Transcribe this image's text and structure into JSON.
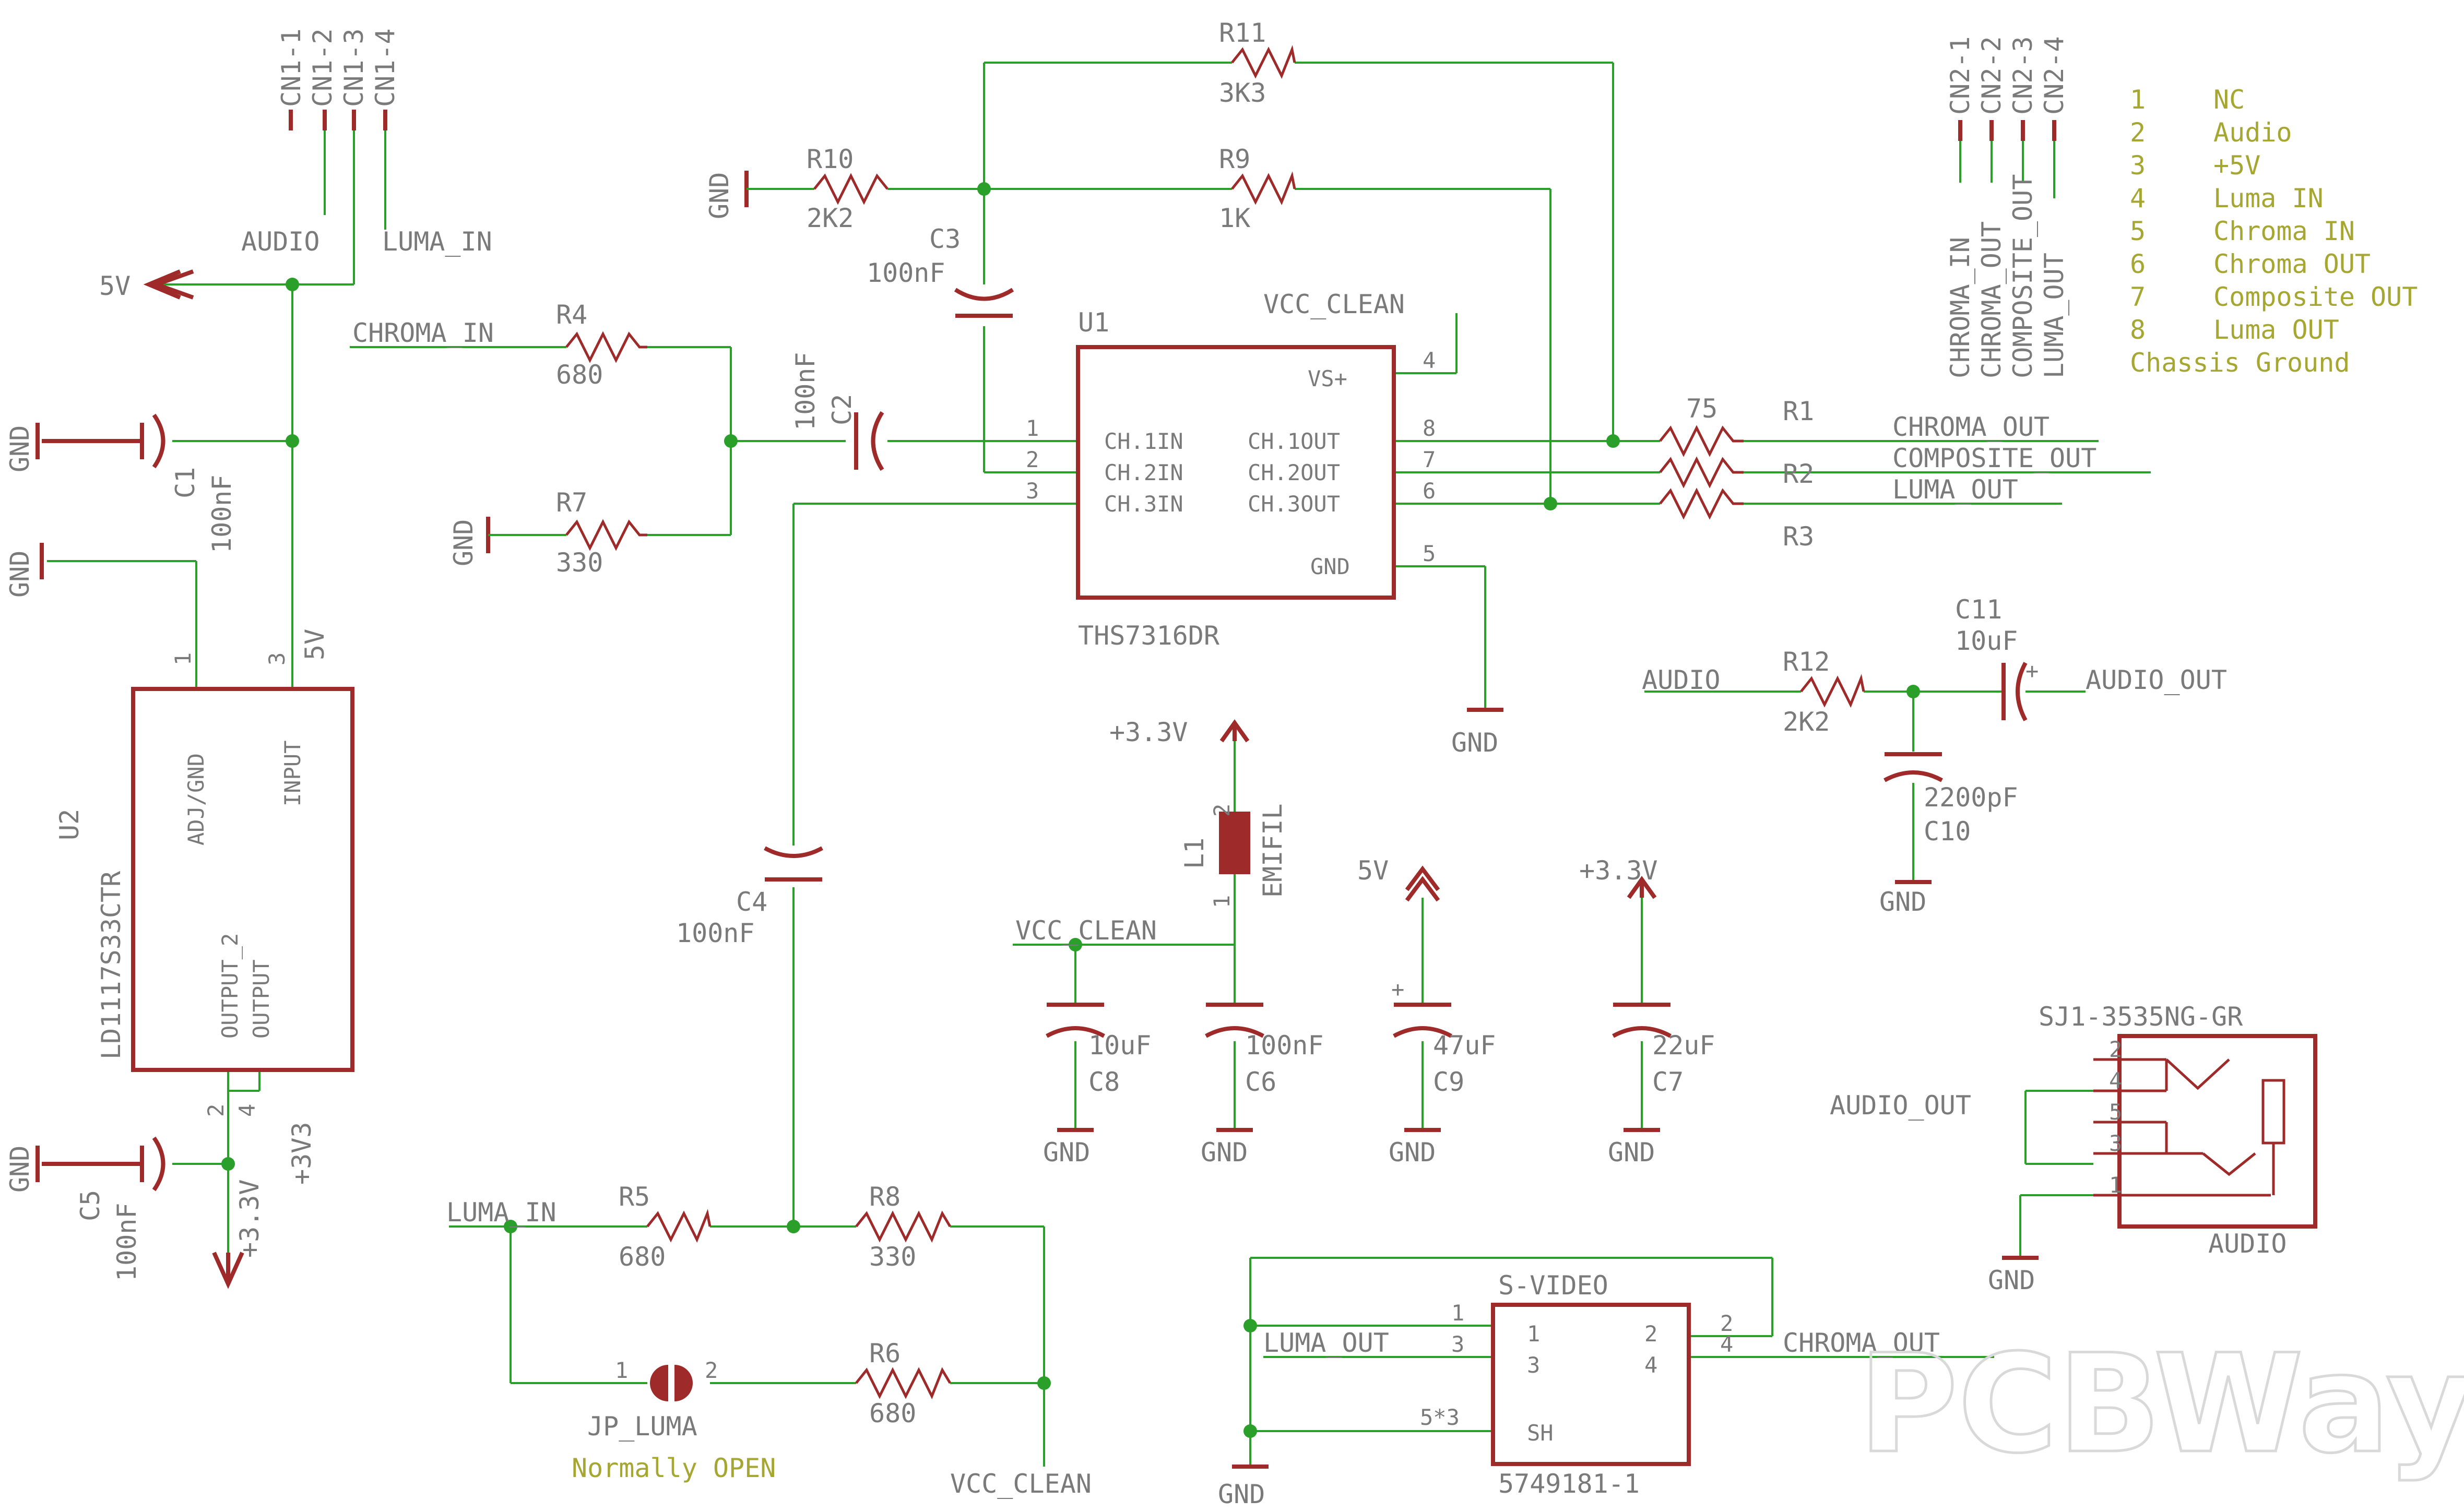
{
  "colors": {
    "wire": "#2aa02a",
    "part": "#9e2a2a",
    "text": "#7a7a7a",
    "legend": "#a6a632",
    "note": "#a6a632",
    "watermark": "#d9d9d9"
  },
  "connectors": {
    "cn1": {
      "pins": [
        "CN1-1",
        "CN1-2",
        "CN1-3",
        "CN1-4"
      ],
      "audio": "AUDIO",
      "luma_in": "LUMA_IN"
    },
    "cn2": {
      "pins": [
        "CN2-1",
        "CN2-2",
        "CN2-3",
        "CN2-4"
      ],
      "chroma_in": "CHROMA_IN",
      "chroma_out": "CHROMA_OUT",
      "composite_out": "COMPOSITE_OUT",
      "luma_out": "LUMA_OUT"
    }
  },
  "legend": [
    {
      "num": "1",
      "label": "NC"
    },
    {
      "num": "2",
      "label": "Audio"
    },
    {
      "num": "3",
      "label": "+5V"
    },
    {
      "num": "4",
      "label": "Luma IN"
    },
    {
      "num": "5",
      "label": "Chroma IN"
    },
    {
      "num": "6",
      "label": "Chroma OUT"
    },
    {
      "num": "7",
      "label": "Composite OUT"
    },
    {
      "num": "8",
      "label": "Luma OUT"
    }
  ],
  "legend_footer": "Chassis Ground",
  "resistors": {
    "r1": {
      "name": "R1",
      "value": "75"
    },
    "r2": {
      "name": "R2"
    },
    "r3": {
      "name": "R3"
    },
    "r4": {
      "name": "R4",
      "value": "680"
    },
    "r5": {
      "name": "R5",
      "value": "680"
    },
    "r6": {
      "name": "R6",
      "value": "680"
    },
    "r7": {
      "name": "R7",
      "value": "330"
    },
    "r8": {
      "name": "R8",
      "value": "330"
    },
    "r9": {
      "name": "R9",
      "value": "1K"
    },
    "r10": {
      "name": "R10",
      "value": "2K2"
    },
    "r11": {
      "name": "R11",
      "value": "3K3"
    },
    "r12": {
      "name": "R12",
      "value": "2K2"
    }
  },
  "capacitors": {
    "c1": {
      "name": "C1",
      "value": "100nF"
    },
    "c2": {
      "name": "C2",
      "value": "100nF"
    },
    "c3": {
      "name": "C3",
      "value": "100nF"
    },
    "c4": {
      "name": "C4",
      "value": "100nF"
    },
    "c5": {
      "name": "C5",
      "value": "100nF"
    },
    "c6": {
      "name": "C6",
      "value": "100nF"
    },
    "c7": {
      "name": "C7",
      "value": "22uF"
    },
    "c8": {
      "name": "C8",
      "value": "10uF"
    },
    "c9": {
      "name": "C9",
      "value": "47uF"
    },
    "c10": {
      "name": "C10",
      "value": "2200pF"
    },
    "c11": {
      "name": "C11",
      "value": "10uF"
    }
  },
  "u1": {
    "ref": "U1",
    "part": "THS7316DR",
    "pin_labels": [
      "CH.1IN",
      "CH.2IN",
      "CH.3IN",
      "VS+",
      "CH.1OUT",
      "CH.2OUT",
      "CH.3OUT",
      "GND"
    ],
    "pin_numbers": [
      "1",
      "2",
      "3",
      "4",
      "8",
      "7",
      "6",
      "5"
    ]
  },
  "u2": {
    "ref": "U2",
    "part": "LD1117S33CTR",
    "pin_labels": [
      "ADJ/GND",
      "INPUT",
      "OUTPUT_2",
      "OUTPUT"
    ],
    "pin_numbers": [
      "1",
      "3",
      "2",
      "4"
    ]
  },
  "l1": {
    "name": "L1",
    "value": "EMIFIL",
    "pin1": "1",
    "pin2": "2"
  },
  "jumper": {
    "name": "JP_LUMA",
    "pin1": "1",
    "pin2": "2",
    "note": "Normally OPEN"
  },
  "svideo": {
    "title": "S-VIDEO",
    "part": "5749181-1",
    "inner": [
      "1",
      "2",
      "3",
      "4",
      "SH"
    ],
    "pins": [
      "1",
      "2",
      "3",
      "4",
      "5*3"
    ],
    "luma_out": "LUMA_OUT",
    "chroma_out": "CHROMA_OUT"
  },
  "audio_jack": {
    "part": "SJ1-3535NG-GR",
    "name": "AUDIO",
    "pins": [
      "2",
      "4",
      "5",
      "3",
      "1"
    ],
    "net": "AUDIO_OUT"
  },
  "nets": {
    "gnd": "GND",
    "v5": "5V",
    "v33": "+3.3V",
    "v33_short": "+3V3",
    "vcc_clean": "VCC_CLEAN",
    "chroma_in": "CHROMA_IN",
    "luma_in": "LUMA_IN",
    "chroma_out": "CHROMA_OUT",
    "composite_out": "COMPOSITE_OUT",
    "luma_out": "LUMA_OUT",
    "audio": "AUDIO",
    "audio_out": "AUDIO_OUT"
  },
  "watermark": "PCBWay"
}
